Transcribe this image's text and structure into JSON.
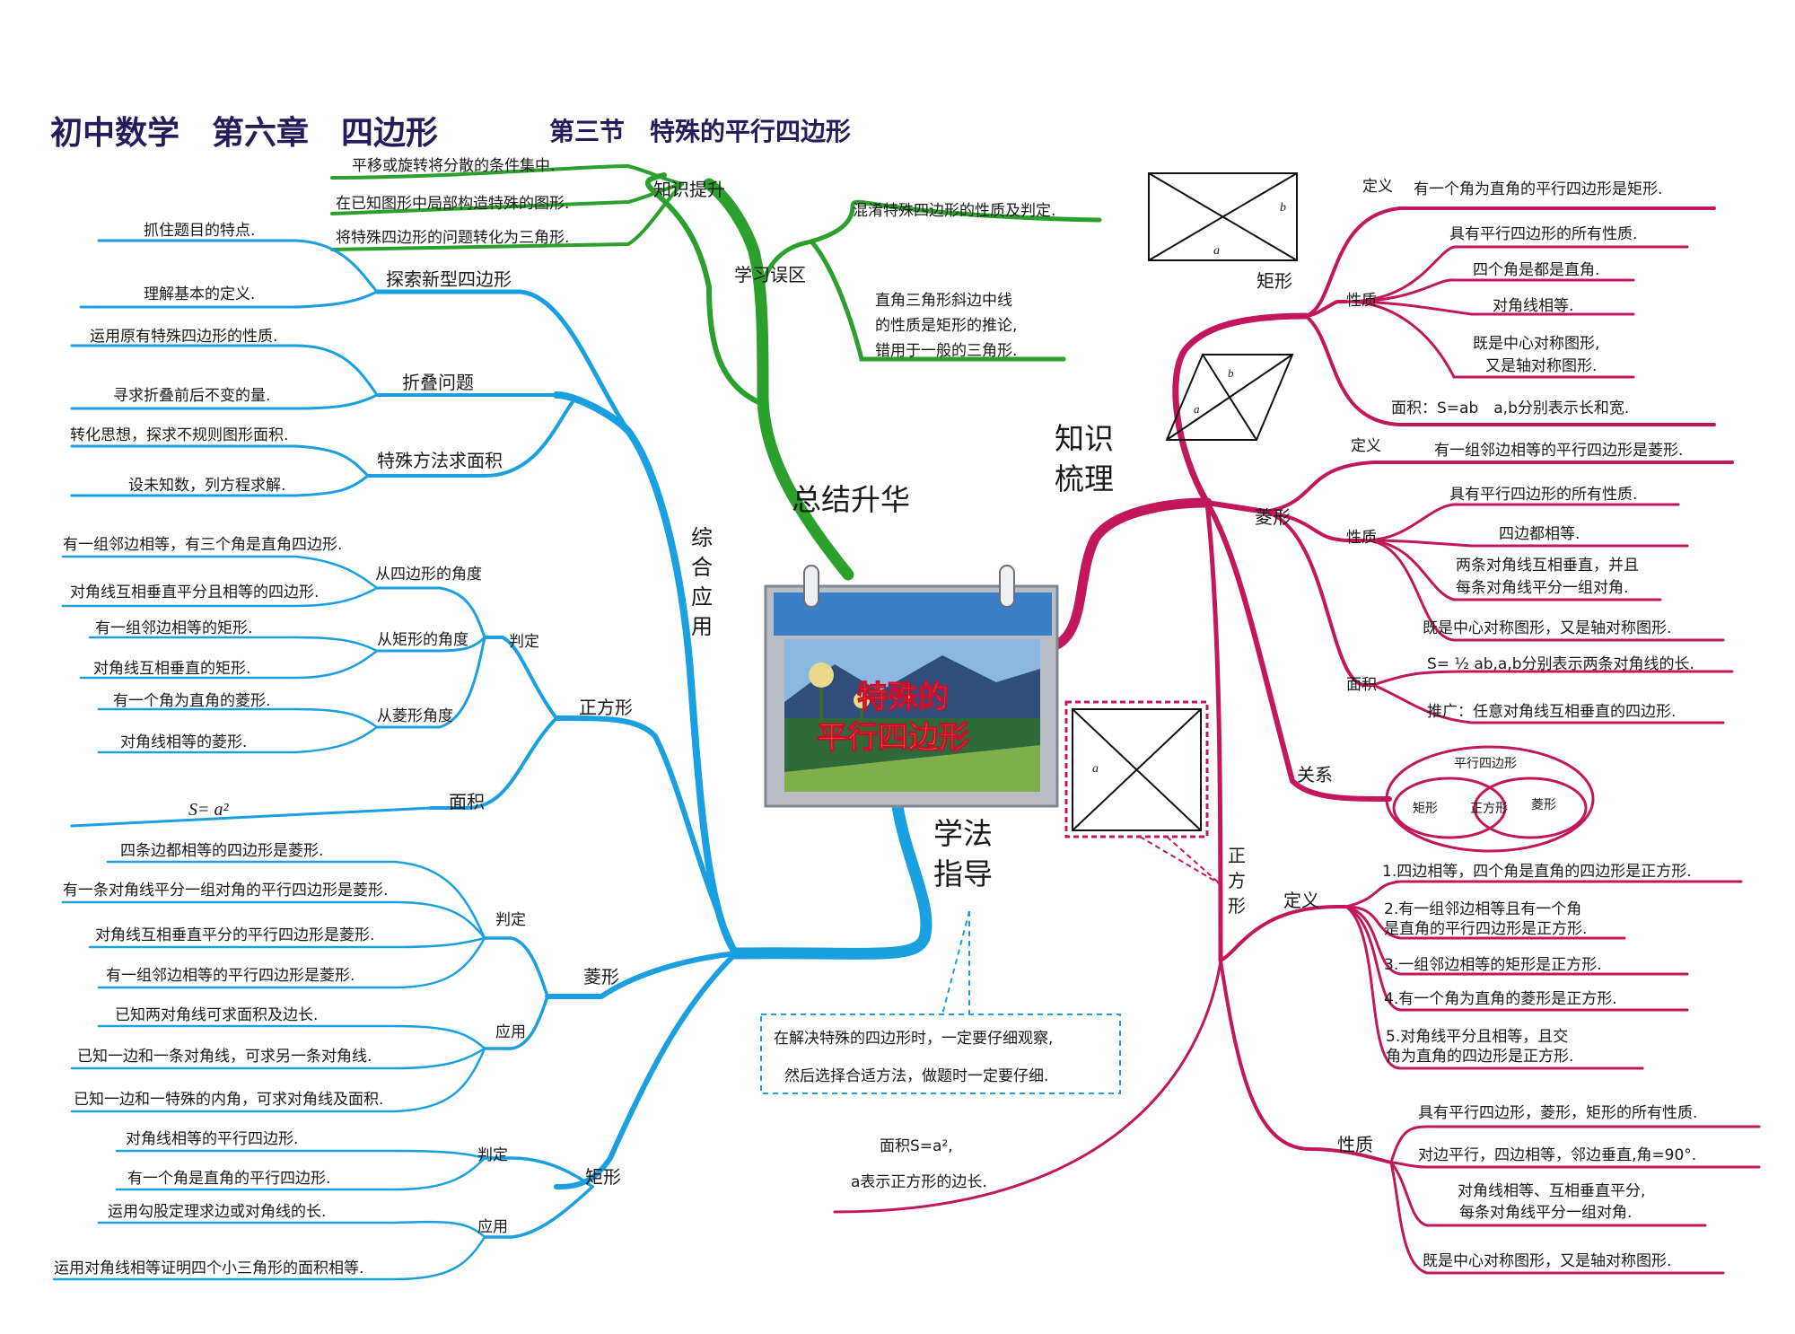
{
  "title": {
    "main": "初中数学　第六章　四边形",
    "sub": "第三节　特殊的平行四边形"
  },
  "colors": {
    "green": "#2ca02c",
    "blue": "#1a9fe0",
    "crimson": "#c2185b",
    "ink": "#1a1a1a",
    "title": "#261c5c"
  },
  "center": {
    "banner_line1": "特殊的",
    "banner_line2": "平行四边形"
  },
  "zongjie": {
    "label": "总结升华",
    "zhishi_tisheng": {
      "label": "知识提升",
      "items": [
        "平移或旋转将分散的条件集中.",
        "在已知图形中局部构造特殊的图形.",
        "将特殊四边形的问题转化为三角形."
      ]
    },
    "xuexi_wuqu": {
      "label": "学习误区",
      "item1": "混淆特殊四边形的性质及判定.",
      "item2": [
        "直角三角形斜边中线",
        "的性质是矩形的推论,",
        "错用于一般的三角形."
      ]
    }
  },
  "zonghe": {
    "label": [
      "综",
      "合",
      "应",
      "用"
    ],
    "tansuo": {
      "label": "探索新型四边形",
      "items": [
        "抓住题目的特点.",
        "理解基本的定义."
      ]
    },
    "zhedie": {
      "label": "折叠问题",
      "items": [
        "运用原有特殊四边形的性质.",
        "寻求折叠前后不变的量."
      ]
    },
    "mianji": {
      "label": "特殊方法求面积",
      "items": [
        "转化思想，探求不规则图形面积.",
        "设未知数，列方程求解."
      ]
    }
  },
  "xuefa": {
    "label": [
      "学法",
      "指导"
    ],
    "zhengfang": {
      "label": "正方形",
      "panding": {
        "label": "判定",
        "groups": [
          {
            "label": "从四边形的角度",
            "items": [
              "有一组邻边相等，有三个角是直角四边形.",
              "对角线互相垂直平分且相等的四边形."
            ]
          },
          {
            "label": "从矩形的角度",
            "items": [
              "有一组邻边相等的矩形.",
              "对角线互相垂直的矩形."
            ]
          },
          {
            "label": "从菱形角度",
            "items": [
              "有一个角为直角的菱形.",
              "对角线相等的菱形."
            ]
          }
        ]
      },
      "mianji": {
        "label": "面积",
        "formula": "S= a²"
      }
    },
    "lingxing": {
      "label": "菱形",
      "panding": {
        "label": "判定",
        "items": [
          "四条边都相等的四边形是菱形.",
          "有一条对角线平分一组对角的平行四边形是菱形.",
          "对角线互相垂直平分的平行四边形是菱形.",
          "有一组邻边相等的平行四边形是菱形."
        ]
      },
      "yingyong": {
        "label": "应用",
        "items": [
          "已知两对角线可求面积及边长.",
          "已知一边和一条对角线，可求另一条对角线.",
          "已知一边和一特殊的内角，可求对角线及面积."
        ]
      }
    },
    "juxing": {
      "label": "矩形",
      "panding": {
        "label": "判定",
        "items": [
          "对角线相等的平行四边形.",
          "有一个角是直角的平行四边形."
        ]
      },
      "yingyong": {
        "label": "应用",
        "items": [
          "运用勾股定理求边或对角线的长.",
          "运用对角线相等证明四个小三角形的面积相等."
        ]
      }
    },
    "tip": [
      "在解决特殊的四边形时，一定要仔细观察,",
      "然后选择合适方法，做题时一定要仔细."
    ]
  },
  "zhishi": {
    "label": [
      "知识",
      "梳理"
    ],
    "juxing": {
      "label": "矩形",
      "dingyi_label": "定义",
      "dingyi": "有一个角为直角的平行四边形是矩形.",
      "xingzhi_label": "性质",
      "xingzhi": [
        "具有平行四边形的所有性质.",
        "四个角是都是直角.",
        "对角线相等.",
        "既是中心对称图形,",
        "又是轴对称图形."
      ],
      "mianji": "面积：S=ab　a,b分别表示长和宽."
    },
    "lingxing": {
      "label": "菱形",
      "dingyi_label": "定义",
      "dingyi": "有一组邻边相等的平行四边形是菱形.",
      "xingzhi_label": "性质",
      "xingzhi": [
        "具有平行四边形的所有性质.",
        "四边都相等.",
        "两条对角线互相垂直，并且",
        "每条对角线平分一组对角.",
        "既是中心对称图形，又是轴对称图形."
      ],
      "mianji_label": "面积",
      "mianji": [
        "S= ½ ab,a,b分别表示两条对角线的长.",
        "推广：任意对角线互相垂直的四边形."
      ]
    },
    "guanxi": {
      "label": "关系",
      "outer": "平行四边形",
      "left": "矩形",
      "middle": "正方形",
      "right": "菱形"
    },
    "zhengfang": {
      "label": [
        "正",
        "方",
        "形"
      ],
      "dingyi_label": "定义",
      "dingyi": [
        "1.四边相等，四个角是直角的四边形是正方形.",
        "2.有一组邻边相等且有一个角",
        "是直角的平行四边形是正方形.",
        "3.一组邻边相等的矩形是正方形.",
        "4.有一个角为直角的菱形是正方形.",
        "5.对角线平分且相等，且交",
        "角为直角的四边形是正方形."
      ],
      "xingzhi_label": "性质",
      "xingzhi": [
        "具有平行四边形，菱形，矩形的所有性质.",
        "对边平行，四边相等，邻边垂直,角=90°.",
        "对角线相等、互相垂直平分,",
        "每条对角线平分一组对角.",
        "既是中心对称图形，又是轴对称图形."
      ],
      "mianji": [
        "面积S=a²,",
        "a表示正方形的边长."
      ]
    },
    "figure_labels": {
      "a": "a",
      "b": "b"
    }
  }
}
